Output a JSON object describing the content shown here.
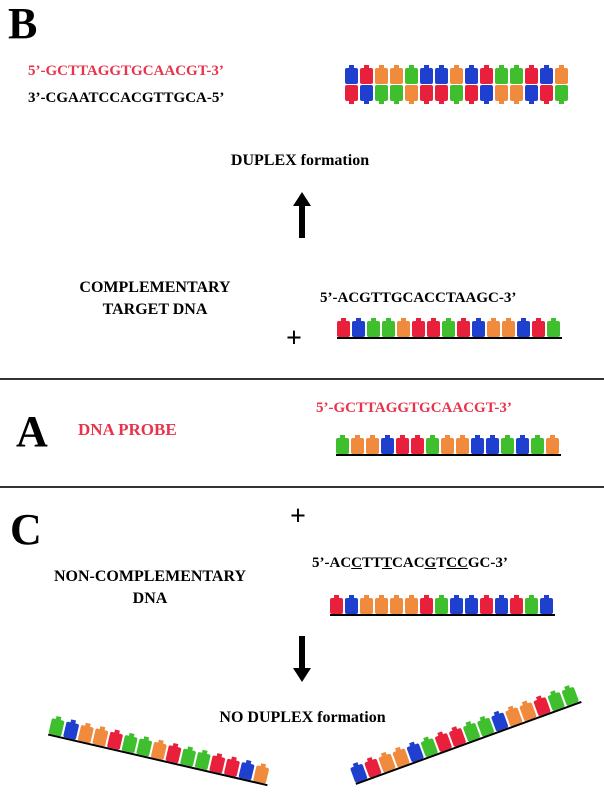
{
  "colors": {
    "A": "#3fbf2e",
    "T": "#f08a3c",
    "G": "#1f3fcf",
    "C": "#e8203c",
    "probe_text": "#e8334a"
  },
  "panel_b": {
    "letter": "B",
    "probe_seq": "5’-GCTTAGGTGCAACGT-3’",
    "target_seq": "3’-CGAATCCACGTTGCA-5’",
    "result": "DUPLEX formation",
    "top_strand_bases": "GCTTAGGTGCAACGT",
    "bottom_strand_bases": "CGAATCCACGTTGCA"
  },
  "complementary": {
    "label_line1": "COMPLEMENTARY",
    "label_line2": "TARGET DNA",
    "seq": "5’-ACGTTGCACCTAAGC-3’",
    "bases": "CGAATCCACGTTGCA",
    "plus": "+"
  },
  "panel_a": {
    "letter": "A",
    "label": "DNA PROBE",
    "seq": "5’-GCTTAGGTGCAACGT-3’",
    "bases": "ATTGCCATTGGAGAT"
  },
  "panel_c": {
    "letter": "C",
    "plus": "+",
    "label_line1": "NON-COMPLEMENTARY",
    "label_line2": "DNA",
    "seq_parts": [
      "5’-AC",
      "C",
      "TT",
      "T",
      "CAC",
      "G",
      "T",
      "CC",
      "GC-3’"
    ],
    "seq_underlined": [
      false,
      true,
      false,
      true,
      false,
      true,
      false,
      true,
      false
    ],
    "bases": "CGTTTTCAGGCGCAG",
    "result": "NO DUPLEX formation",
    "left_fragment_bases": "AGTTCAATCAACCGT",
    "right_fragment_bases": "GCTTGACCAAGTTCAA"
  }
}
